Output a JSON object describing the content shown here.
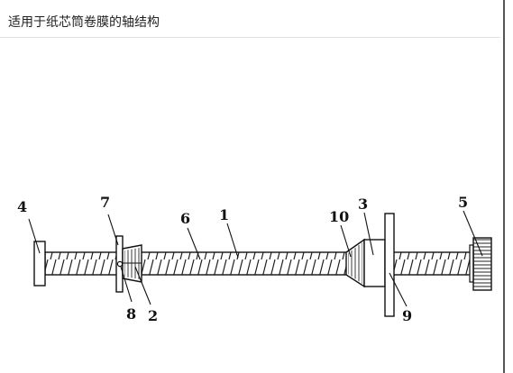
{
  "page": {
    "title": "适用于纸芯筒卷膜的轴结构"
  },
  "figure": {
    "part_labels": {
      "p1": "1",
      "p2": "2",
      "p3": "3",
      "p4": "4",
      "p5": "5",
      "p6": "6",
      "p7": "7",
      "p8": "8",
      "p9": "9",
      "p10": "10"
    }
  }
}
